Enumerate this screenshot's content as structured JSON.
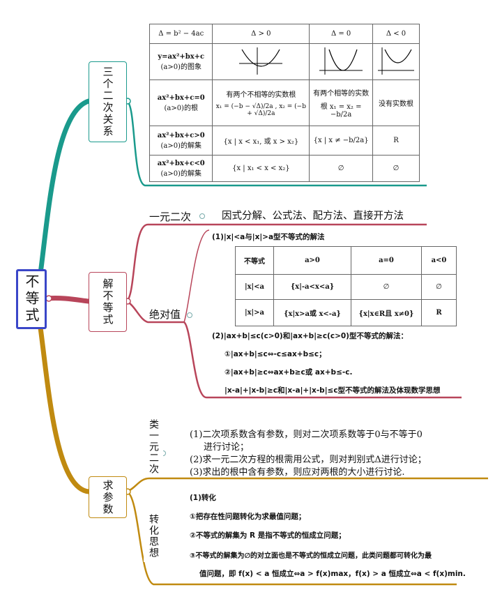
{
  "colors": {
    "teal": "#1a9a8c",
    "maroon": "#b8455a",
    "gold": "#c08a10",
    "root_border": "#3a46c8"
  },
  "root": {
    "label": "不等式"
  },
  "branches": [
    {
      "id": "relation",
      "label": "三个二次关系"
    },
    {
      "id": "solve",
      "label": "解不等式"
    },
    {
      "id": "param",
      "label": "求参数"
    }
  ],
  "relation_table": {
    "header": [
      "Δ = b² − 4ac",
      "Δ > 0",
      "Δ = 0",
      "Δ < 0"
    ],
    "row_graph_label_1": "y=ax²+bx+c",
    "row_graph_label_2": "(a>0)的图象",
    "row_roots_label_1": "ax²+bx+c=0",
    "row_roots_label_2": "(a>0)的根",
    "roots_gt_title": "有两个不相等的实数根",
    "roots_gt_formula": "x₁ = (−b − √Δ)/2a ,  x₂ = (−b + √Δ)/2a",
    "roots_eq_title": "有两个相等的实数",
    "roots_eq_formula": "根 x₁ = x₂ = −b/2a",
    "roots_lt": "没有实数根",
    "row_gt_label_1": "ax²+bx+c>0",
    "row_gt_label_2": "(a>0)的解集",
    "gt_d_pos": "{x | x < x₁, 或 x > x₂}",
    "gt_d_zero": "{x | x ≠ −b/2a}",
    "gt_d_neg": "R",
    "row_lt_label_1": "ax²+bx+c<0",
    "row_lt_label_2": "(a>0)的解集",
    "lt_d_pos": "{x | x₁ < x < x₂}",
    "lt_d_zero": "∅",
    "lt_d_neg": "∅"
  },
  "solve": {
    "quadratic_label": "一元二次",
    "quadratic_methods": "因式分解、公式法、配方法、直接开方法",
    "abs_label": "绝对值",
    "abs_title_1": "(1)|x|<a与|x|>a型不等式的解法",
    "abs_table": {
      "header": [
        "不等式",
        "a>0",
        "a=0",
        "a<0"
      ],
      "row1": [
        "|x|<a",
        "{x|-a<x<a}",
        "∅",
        "∅"
      ],
      "row2": [
        "|x|>a",
        "{x|x>a或 x<-a}",
        "{x|x∈R且 x≠0}",
        "R"
      ]
    },
    "abs_title_2": "(2)|ax+b|≤c(c>0)和|ax+b|≥c(c>0)型不等式的解法：",
    "abs_item_1": "①|ax+b|≤c⇔-c≤ax+b≤c；",
    "abs_item_2": "②|ax+b|≥c⇔ax+b≥c或 ax+b≤-c.",
    "abs_item_3": "|x-a|+|x-b|≥c和|x-a|+|x-b|≤c型不等式的解法及体现数学思想"
  },
  "param": {
    "classA_label": "类一元二次",
    "classA_lines": [
      "(1)二次项系数含有参数，则对二次项系数等于0与不等于0",
      "进行讨论；",
      "(2)求一元二次方程的根需用公式，则对判别式Δ进行讨论；",
      "(3)求出的根中含有参数，则应对两根的大小进行讨论."
    ],
    "transform_label": "转化思想",
    "transform_lines": [
      "(1)转化",
      "①把存在性问题转化为求最值问题；",
      "②不等式的解集为 R 是指不等式的恒成立问题；",
      "③不等式的解集为∅的对立面也是不等式的恒成立问题，此类问题都可转化为最",
      "值问题，即 f(x) < a 恒成立⇔a > f(x)max，f(x) > a 恒成立⇔a < f(x)min."
    ]
  }
}
